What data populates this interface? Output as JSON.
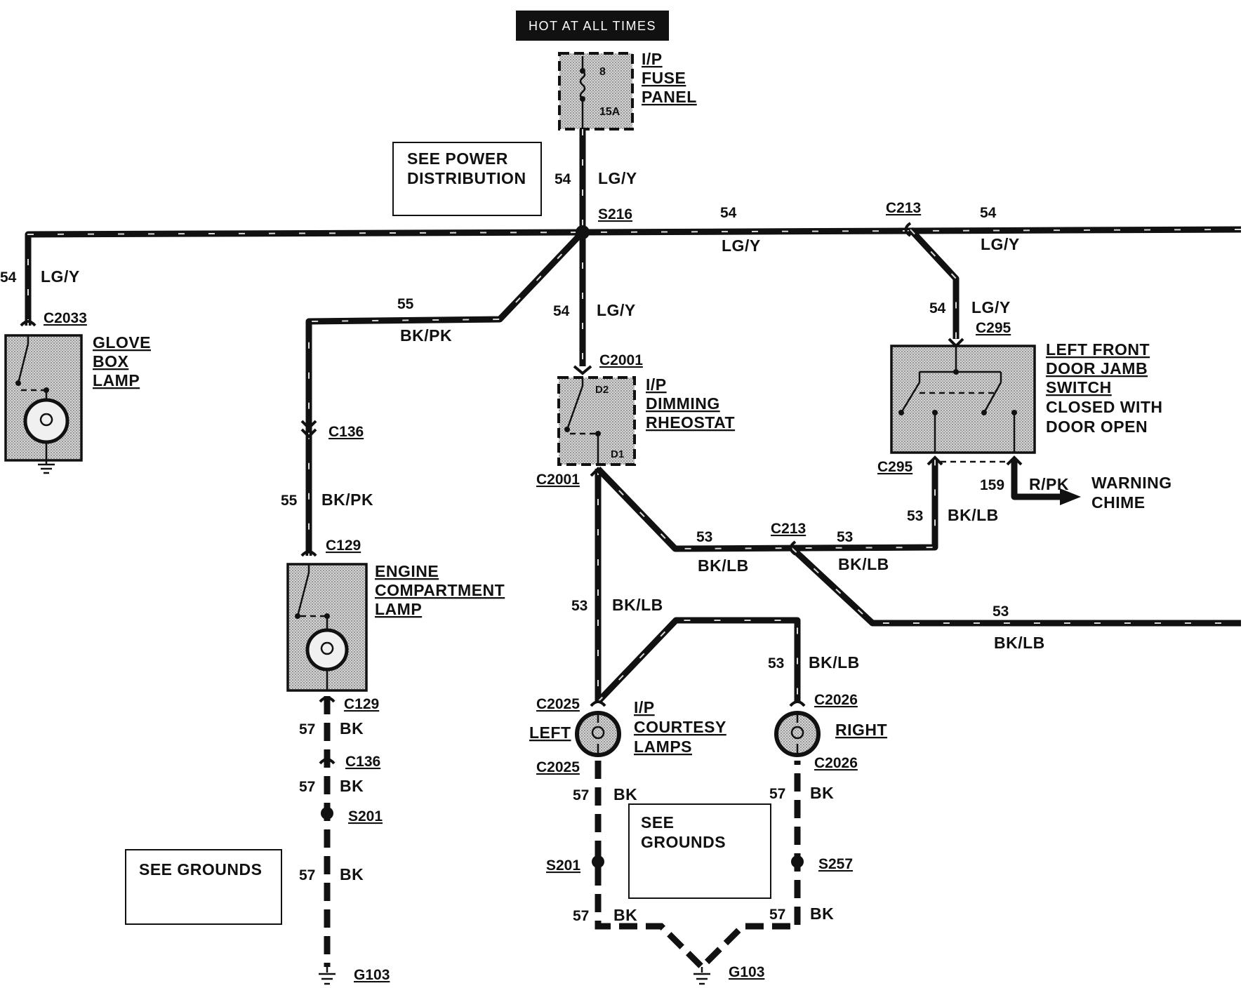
{
  "header": {
    "title": "HOT AT ALL TIMES"
  },
  "fuse_panel": {
    "line1": "I/P",
    "line2": "FUSE",
    "line3": "PANEL",
    "fuse_number": "8",
    "fuse_rating": "15A"
  },
  "notes": {
    "power": {
      "line1": "SEE POWER",
      "line2": "DISTRIBUTION"
    },
    "grounds_left": "SEE GROUNDS",
    "grounds_center": {
      "line1": "SEE",
      "line2": "GROUNDS"
    }
  },
  "components": {
    "glove_box_lamp": {
      "line1": "GLOVE",
      "line2": "BOX",
      "line3": "LAMP"
    },
    "engine_lamp": {
      "line1": "ENGINE",
      "line2": "COMPARTMENT",
      "line3": "LAMP"
    },
    "dimming_rheostat": {
      "line1": "I/P",
      "line2": "DIMMING",
      "line3": "RHEOSTAT",
      "pin_top": "D2",
      "pin_bottom": "D1"
    },
    "door_switch": {
      "line1": "LEFT FRONT",
      "line2": "DOOR JAMB",
      "line3": "SWITCH",
      "line4": "CLOSED WITH",
      "line5": "DOOR OPEN"
    },
    "warning_chime": {
      "line1": "WARNING",
      "line2": "CHIME"
    },
    "courtesy_lamps": {
      "line1": "I/P",
      "line2": "COURTESY",
      "line3": "LAMPS",
      "left": "LEFT",
      "right": "RIGHT"
    }
  },
  "connectors": {
    "s216": "S216",
    "c213": "C213",
    "c2033": "C2033",
    "c136": "C136",
    "c129": "C129",
    "c2001": "C2001",
    "c295": "C295",
    "c2025": "C2025",
    "c2026": "C2026",
    "s201": "S201",
    "s257": "S257",
    "g103": "G103"
  },
  "circuits": {
    "n54": "54",
    "n55": "55",
    "n53": "53",
    "n57": "57",
    "n159": "159",
    "lgy": "LG/Y",
    "bkpk": "BK/PK",
    "bklb": "BK/LB",
    "bk": "BK",
    "rpk": "R/PK"
  }
}
